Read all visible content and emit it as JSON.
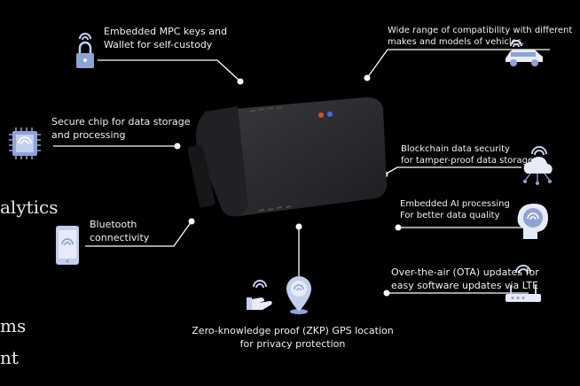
{
  "left_partial_text": {
    "analytics": "alytics",
    "line2": "ms",
    "line3": "nt"
  },
  "features": {
    "mpc_wallet": [
      "Embedded MPC keys and",
      "Wallet for self-custody"
    ],
    "compat": [
      "Wide range of compatibility with different",
      "makes and models of vehicles."
    ],
    "secure_chip": [
      "Secure chip for data storage",
      "and processing"
    ],
    "blockchain": [
      "Blockchain data security",
      "for tamper-proof data storage"
    ],
    "ai": [
      "Embedded AI processing",
      "For better data quality"
    ],
    "bluetooth": [
      "Bluetooth",
      "connectivity"
    ],
    "ota": [
      "Over-the-air (OTA) updates for",
      "easy software updates via LTE"
    ],
    "zkp": [
      "Zero-knowledge proof (ZKP) GPS location",
      "for privacy protection"
    ]
  },
  "colors": {
    "accent": "#8fa3d6",
    "accent_light": "#c4cfee",
    "line": "#ffffff",
    "device": "#2a2b2e"
  },
  "icons": [
    "lock-icon",
    "car-icon",
    "chip-icon",
    "cloud-network-icon",
    "ai-head-icon",
    "phone-wifi-icon",
    "router-icon",
    "hand-wifi-icon",
    "location-pin-icon"
  ]
}
